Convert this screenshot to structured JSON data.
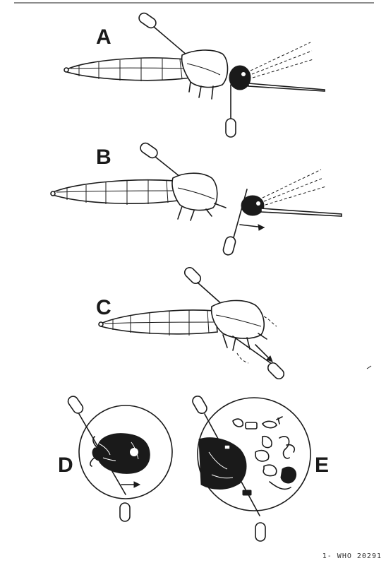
{
  "panels": {
    "a": {
      "label": "A"
    },
    "b": {
      "label": "B"
    },
    "c": {
      "label": "C"
    },
    "d": {
      "label": "D"
    },
    "e": {
      "label": "E"
    }
  },
  "footer": {
    "reference": "1- WHO 20291"
  }
}
